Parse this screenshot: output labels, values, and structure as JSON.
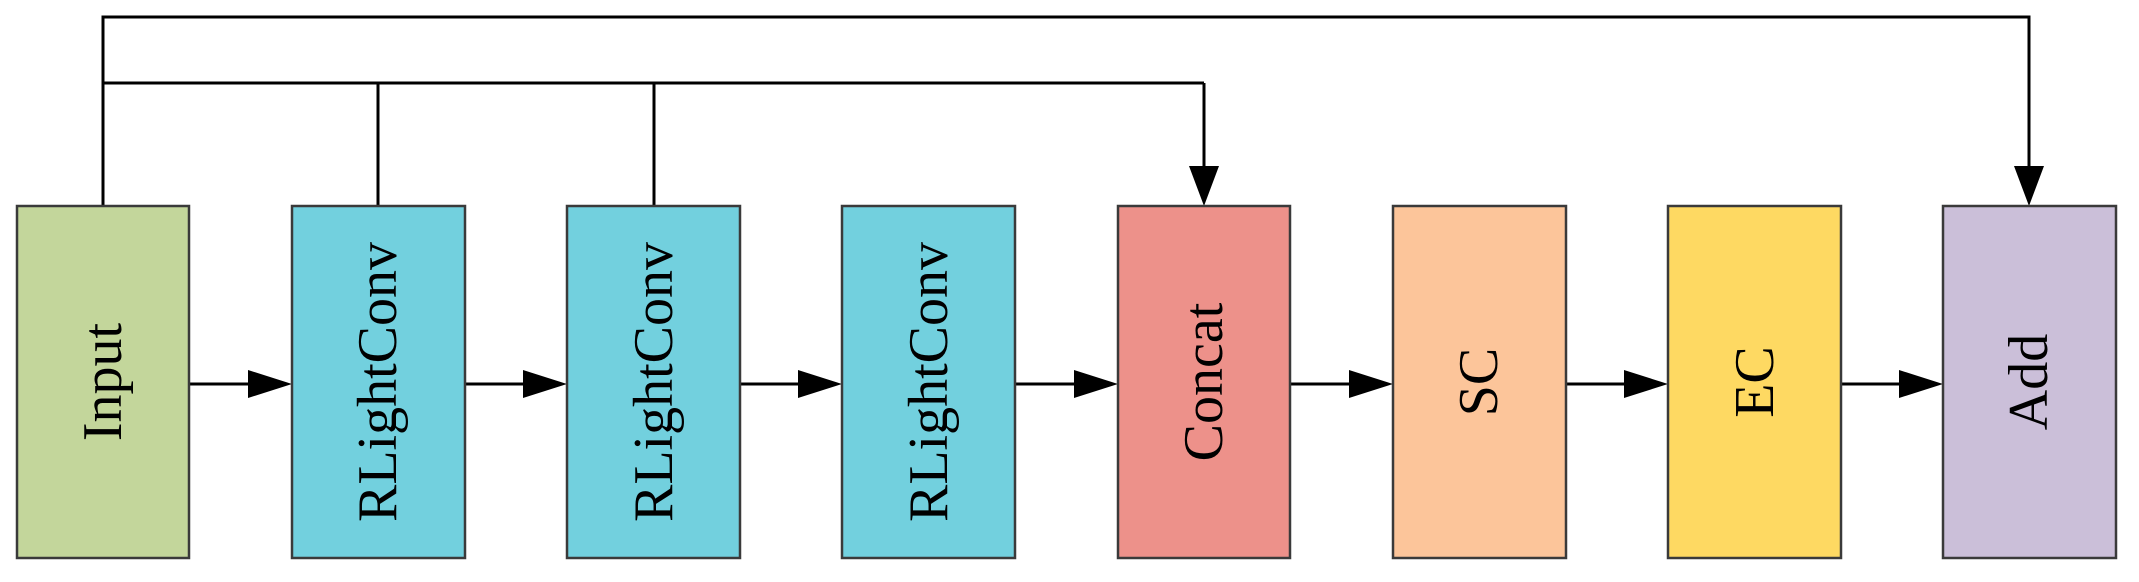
{
  "diagram": {
    "blocks": [
      {
        "id": "input",
        "label": "Input",
        "color": "#c3d69b"
      },
      {
        "id": "rlightconv-1",
        "label": "RLightConv",
        "color": "#72d0de"
      },
      {
        "id": "rlightconv-2",
        "label": "RLightConv",
        "color": "#72d0de"
      },
      {
        "id": "rlightconv-3",
        "label": "RLightConv",
        "color": "#72d0de"
      },
      {
        "id": "concat",
        "label": "Concat",
        "color": "#ed918a"
      },
      {
        "id": "sc",
        "label": "SC",
        "color": "#fcc59a"
      },
      {
        "id": "ec",
        "label": "EC",
        "color": "#fed962"
      },
      {
        "id": "add",
        "label": "Add",
        "color": "#cbbfd9"
      }
    ],
    "connections": [
      {
        "from": "input",
        "to": "rlightconv-1"
      },
      {
        "from": "rlightconv-1",
        "to": "rlightconv-2"
      },
      {
        "from": "rlightconv-2",
        "to": "rlightconv-3"
      },
      {
        "from": "rlightconv-3",
        "to": "concat"
      },
      {
        "from": "concat",
        "to": "sc"
      },
      {
        "from": "sc",
        "to": "ec"
      },
      {
        "from": "ec",
        "to": "add"
      }
    ],
    "skip_connections": [
      {
        "from": [
          "input",
          "rlightconv-1",
          "rlightconv-2"
        ],
        "to": "concat"
      },
      {
        "from": [
          "input"
        ],
        "to": "add"
      }
    ]
  }
}
